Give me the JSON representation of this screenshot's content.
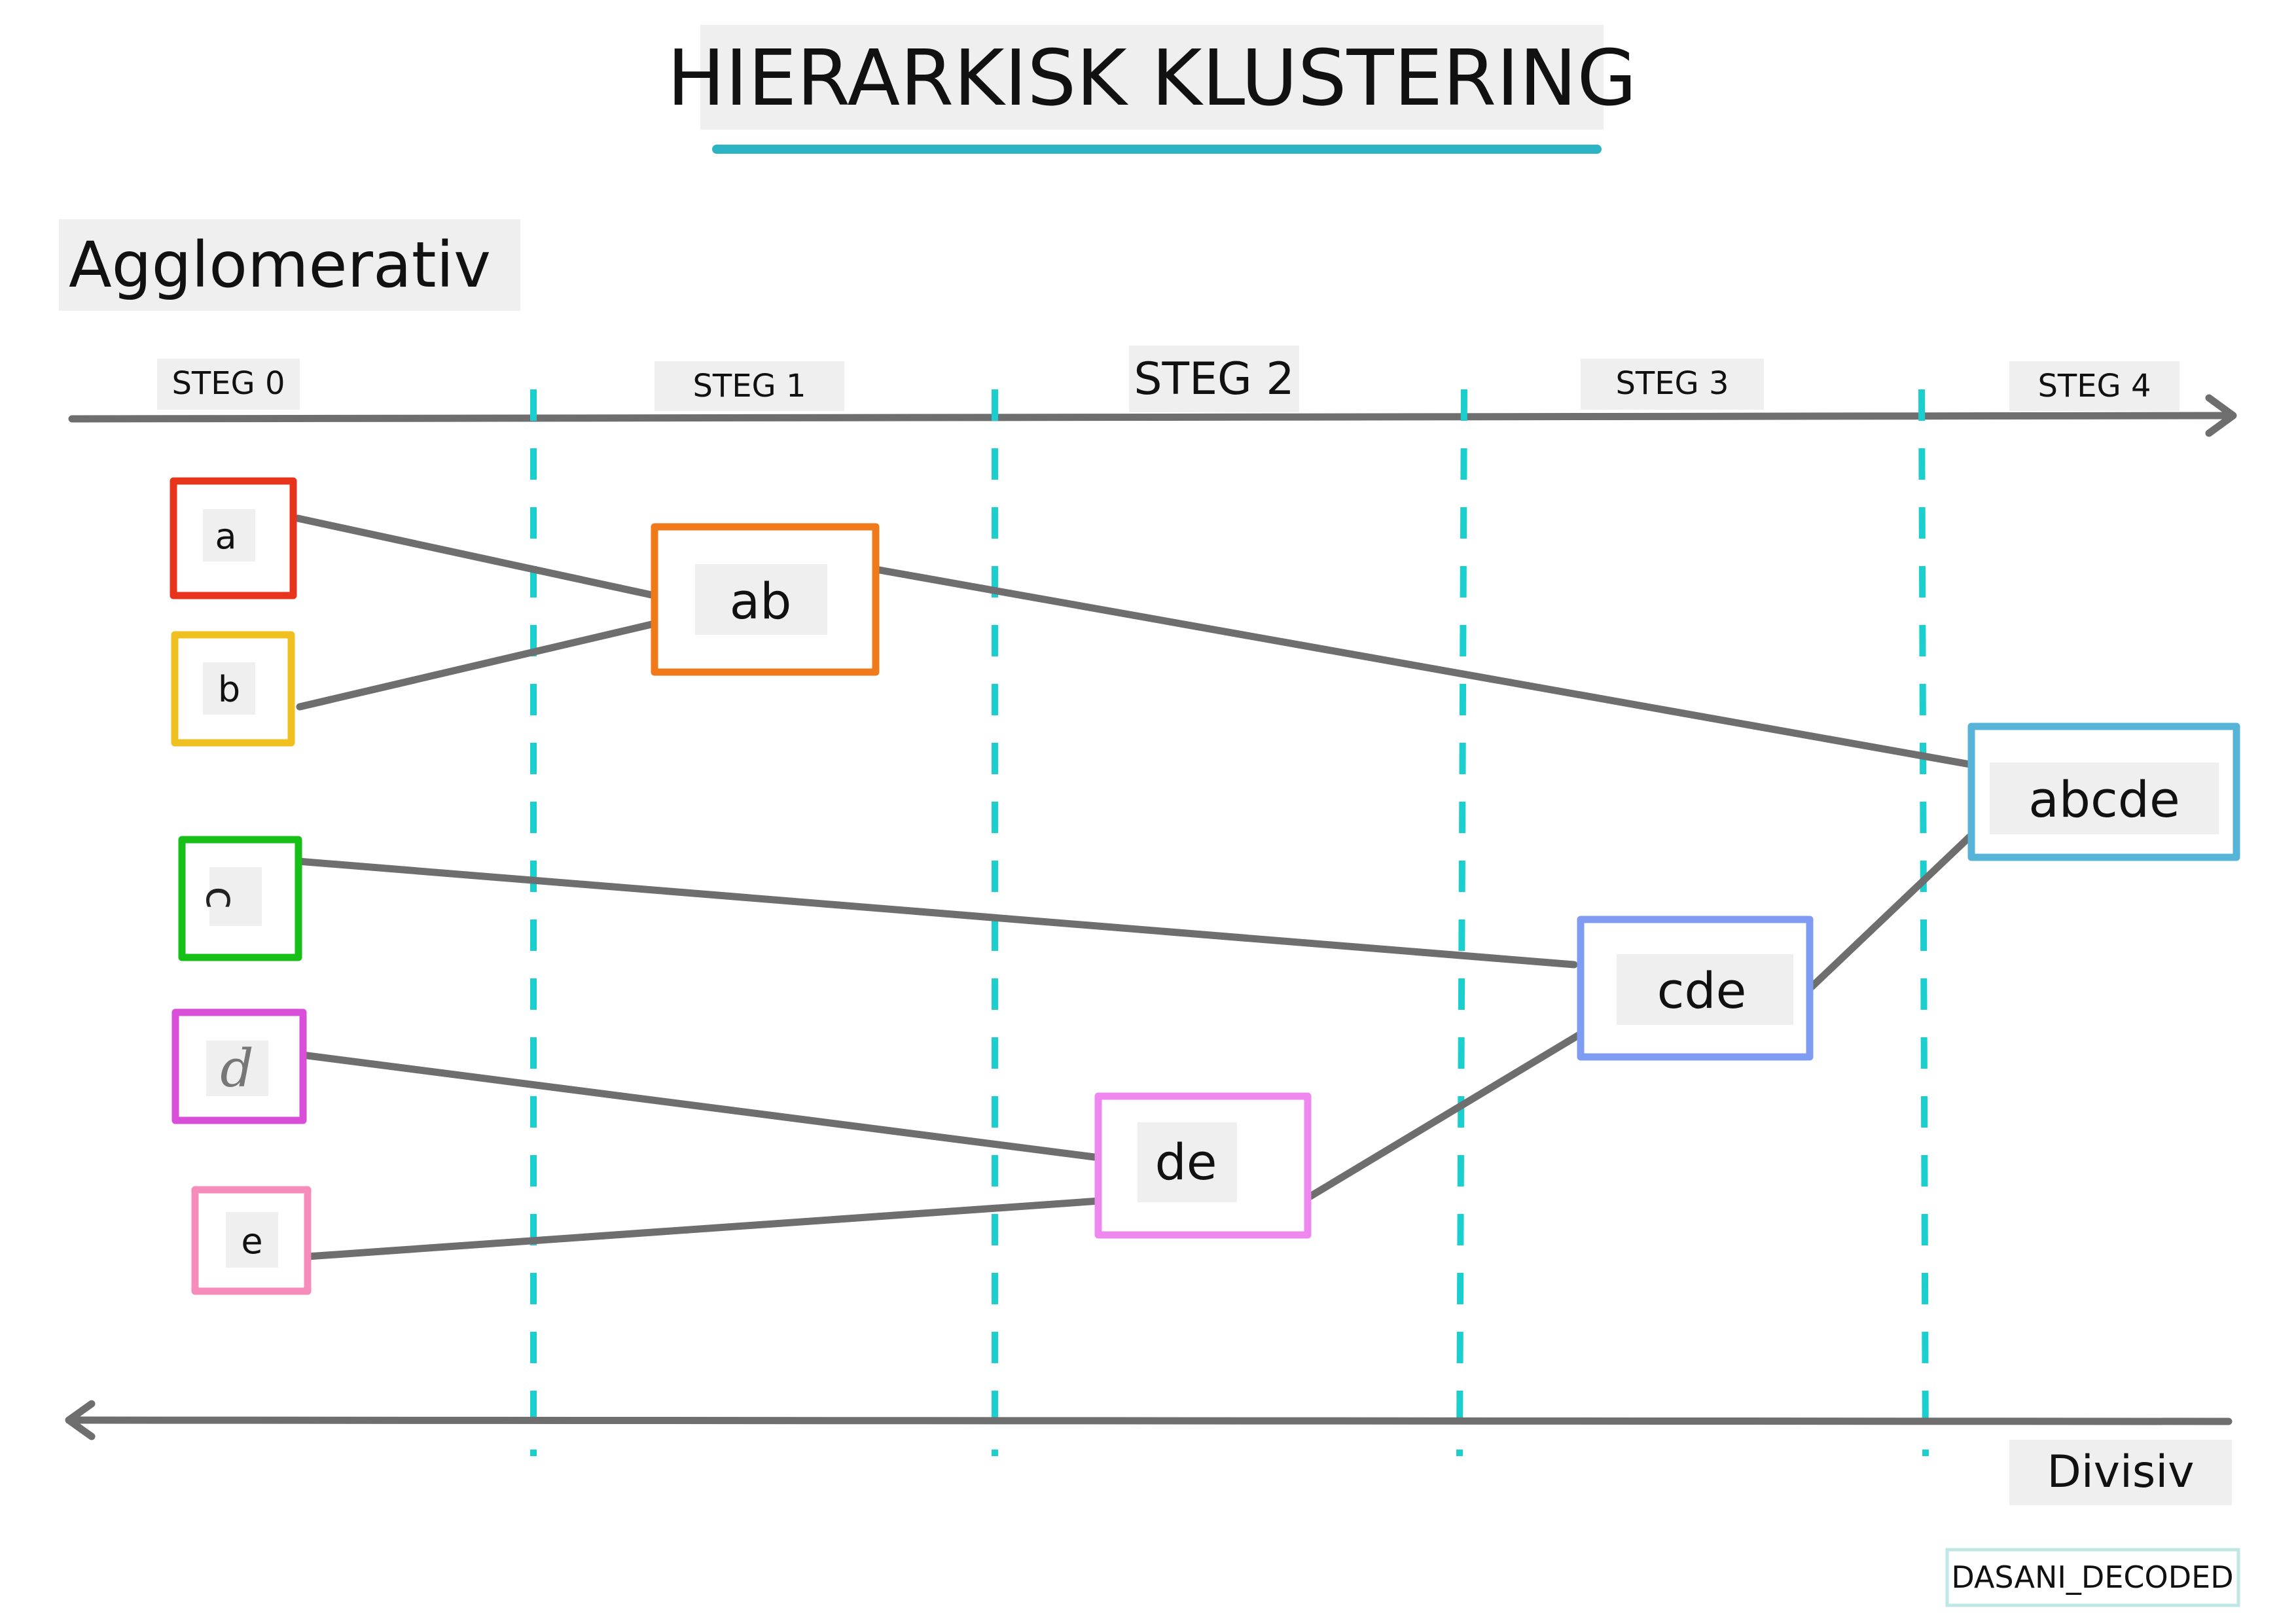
{
  "title": "HIERARKISK KLUSTERING",
  "agglomerative_label": "Agglomerativ",
  "divisive_label": "Divisiv",
  "watermark": "DASANI_DECODED",
  "steps": [
    "STEG 0",
    "STEG 1",
    "STEG 2",
    "STEG 3",
    "STEG 4"
  ],
  "nodes": {
    "a": {
      "label": "a",
      "color": "#e8341c"
    },
    "b": {
      "label": "b",
      "color": "#f0c020"
    },
    "c": {
      "label": "c",
      "color": "#16c016"
    },
    "d": {
      "label": "d",
      "color": "#d84ed8"
    },
    "e": {
      "label": "e",
      "color": "#f58cba"
    },
    "ab": {
      "label": "ab",
      "color": "#f07a1a"
    },
    "de": {
      "label": "de",
      "color": "#ee88ee"
    },
    "cde": {
      "label": "cde",
      "color": "#7f9cf2"
    },
    "abcde": {
      "label": "abcde",
      "color": "#56b4d8"
    }
  },
  "colors": {
    "accent": "#2cb4c4",
    "divider": "#1ccfcf",
    "axis": "#6e6e6e",
    "label_bg": "#efefef"
  }
}
